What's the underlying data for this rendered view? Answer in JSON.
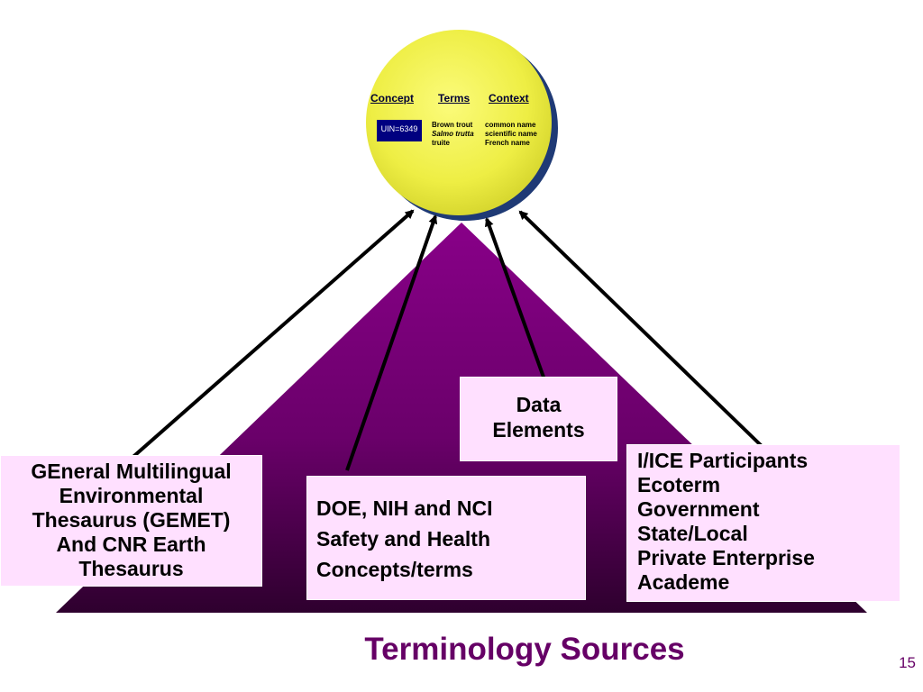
{
  "concept_circle": {
    "headers": [
      "Concept",
      "Terms",
      "Context"
    ],
    "uin": "UIN=6349",
    "rows": [
      {
        "term": "Brown trout",
        "context": "common name",
        "italic": false
      },
      {
        "term": "Salmo trutta",
        "context": "scientific name",
        "italic": true
      },
      {
        "term": "truite",
        "context": "French name",
        "italic": false
      }
    ]
  },
  "sources": {
    "gemet": [
      "GEneral Multilingual",
      "Environmental",
      "Thesaurus (GEMET)",
      "And CNR Earth",
      "Thesaurus"
    ],
    "doe": [
      "DOE, NIH and NCI",
      "Safety and Health",
      "Concepts/terms"
    ],
    "data_elements": [
      "Data",
      "Elements"
    ],
    "ice": [
      "I/ICE Participants",
      "Ecoterm",
      "Government",
      "State/Local",
      "Private Enterprise",
      "Academe"
    ]
  },
  "title": "Terminology Sources",
  "page_number": "15",
  "colors": {
    "pyramid_top": "#800080",
    "pyramid_bottom": "#330033",
    "circle": "#f2f24a",
    "circle_shadow": "#1f3a75",
    "box_fill": "#ffe0ff",
    "title": "#660066"
  }
}
